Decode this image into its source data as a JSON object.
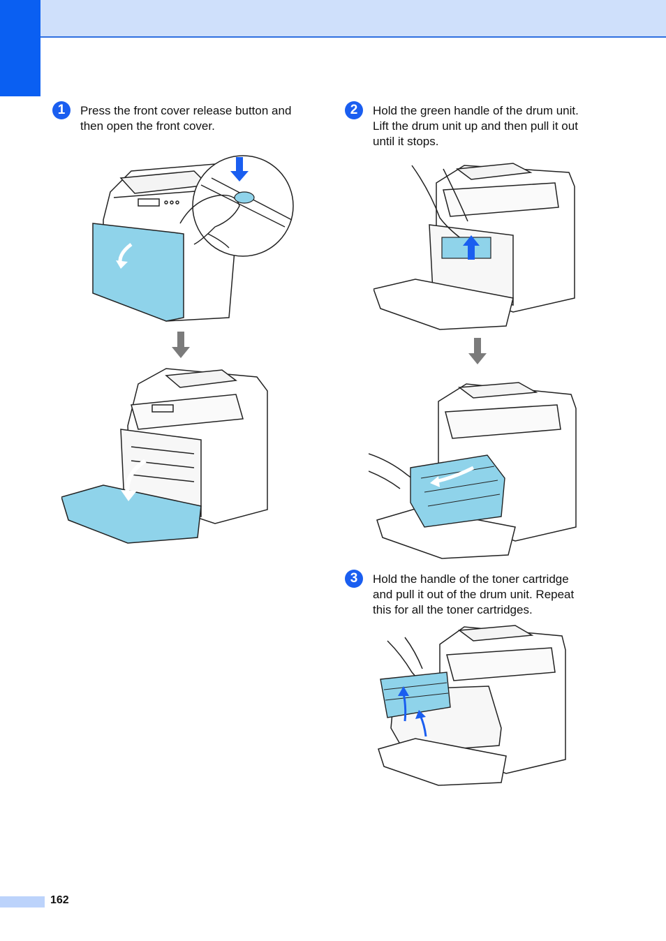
{
  "steps": [
    {
      "badge": "1",
      "text": "Press the front cover release button and\nthen open the front cover."
    },
    {
      "badge": "2",
      "text": "Hold the green handle of the drum unit.\nLift the drum unit up and then pull it out\nuntil it stops."
    },
    {
      "badge": "3",
      "text": "Hold the handle of the toner cartridge\nand pull it out of the drum unit. Repeat\nthis for all the toner cartridges."
    }
  ],
  "footer": {
    "page_number": "162"
  },
  "colors": {
    "accent": "#1a5ef0",
    "header_band": "#cfe0fb",
    "highlight": "#8fd3ea",
    "arrow": "#7b7b7b"
  }
}
